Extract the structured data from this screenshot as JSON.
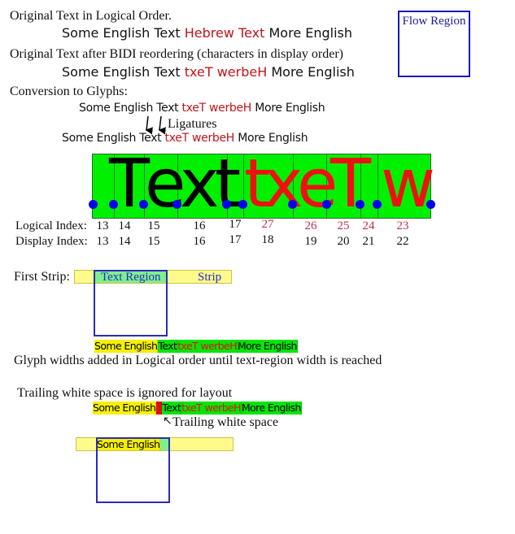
{
  "sections": {
    "logical_title": "Original Text in Logical Order.",
    "bidi_title": "Original Text after BIDI reordering (characters in display order)",
    "glyphs_title": "Conversion to Glyphs:",
    "first_strip_label": "First Strip:",
    "glyph_widths_note": "Glyph widths added in Logical order until text-region width is reached",
    "trailing_title": "Trailing white space is ignored for layout",
    "trailing_note": "Trailing white space",
    "ligatures_label": "Ligatures"
  },
  "flow_region": {
    "label": "Flow Region",
    "color": "#1a1ab8"
  },
  "logical_text": {
    "english1": "Some English Text ",
    "hebrew": "Hebrew Text",
    "english2": " More English"
  },
  "display_text": {
    "english1": "Some English Text ",
    "hebrew": "txeT werbeH",
    "english2": " More English"
  },
  "glyph_text": {
    "english1": "Some English Text ",
    "hebrew": "txeT werbeH",
    "english2": " More English"
  },
  "glyph_band": {
    "glyphs": [
      {
        "char": "T",
        "color": "#000000"
      },
      {
        "char": "e",
        "color": "#000000"
      },
      {
        "char": "x",
        "color": "#000000"
      },
      {
        "char": "t",
        "color": "#000000"
      },
      {
        "char": "t",
        "color": "#ee1111"
      },
      {
        "char": "x",
        "color": "#ee1111"
      },
      {
        "char": "e",
        "color": "#ee1111"
      },
      {
        "char": "T",
        "color": "#ee1111"
      },
      {
        "char": "w",
        "color": "#ee1111"
      }
    ],
    "fill": "#00f000",
    "dot_color": "#0000ee"
  },
  "indices": {
    "logical_label": "Logical Index:",
    "display_label": "Display Index:",
    "logical": [
      "13",
      "14",
      "15",
      "16",
      "17",
      "27",
      "26",
      "25",
      "24",
      "23"
    ],
    "display": [
      "13",
      "14",
      "15",
      "16",
      "17",
      "18",
      "19",
      "20",
      "21",
      "22"
    ],
    "rtl_color": "#c0304a"
  },
  "first_strip": {
    "text_region_label": "Text Region",
    "strip_label": "Strip"
  },
  "glyph_row": {
    "yellow": "Some English ",
    "green_black1": "Text ",
    "green_red": "txeT werbeH",
    "green_black2": " More English"
  },
  "trailing_row": {
    "yellow": "Some English",
    "green_black1": "Text ",
    "green_red": "txeT werbeH",
    "green_black2": " More English"
  },
  "final_strip": {
    "text": "Some English"
  }
}
